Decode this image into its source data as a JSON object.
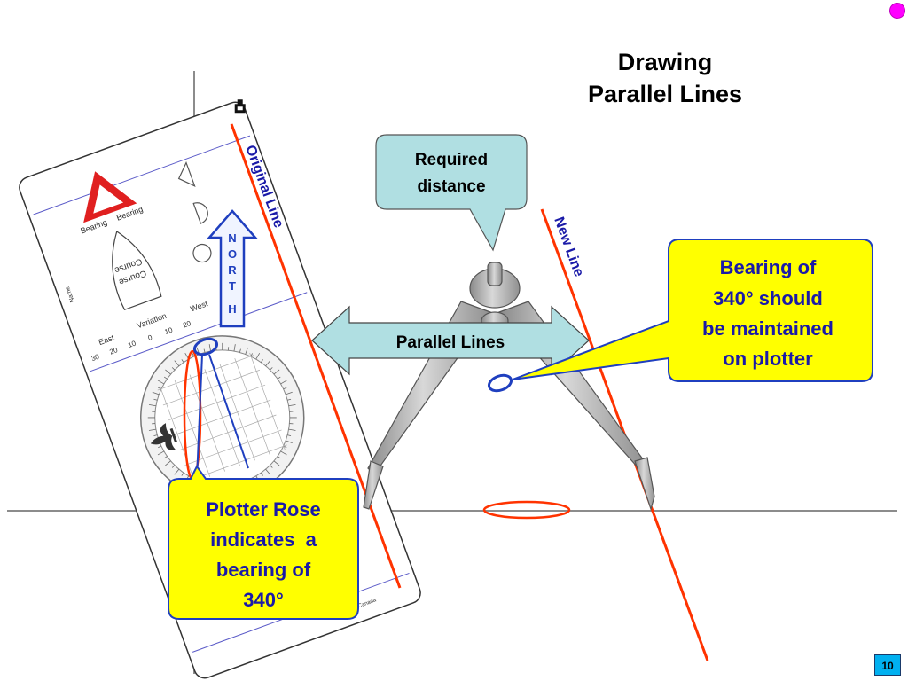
{
  "slide": {
    "title_line1": "Drawing",
    "title_line2": "Parallel Lines",
    "page_number": "10"
  },
  "labels": {
    "original_line": "Original Line",
    "new_line": "New Line",
    "north": [
      "N",
      "O",
      "R",
      "T",
      "H"
    ],
    "parallel_lines": "Parallel Lines",
    "required_distance": [
      "Required",
      "distance"
    ],
    "bearing_callout": [
      "Bearing of",
      "340° should",
      "be maintained",
      "on plotter"
    ],
    "plotter_rose_callout": [
      "Plotter Rose",
      "indicates  a",
      "bearing of",
      "340°"
    ]
  },
  "plotter": {
    "logo_words": [
      "Bearing",
      "Bearing"
    ],
    "course": [
      "Course",
      "Course"
    ],
    "variation": [
      "East",
      "Variation",
      "West"
    ],
    "variation_ticks": [
      "30",
      "20",
      "10",
      "0",
      "10",
      "20"
    ],
    "side_label": "Name",
    "bottom_text": "e in Canada"
  },
  "colors": {
    "line_red": "#ff3300",
    "callout_yellow": "#ffff00",
    "callout_teal": "#b0dfe2",
    "north_blue": "#1f3fbf",
    "text_blue": "#1a1aa8"
  }
}
